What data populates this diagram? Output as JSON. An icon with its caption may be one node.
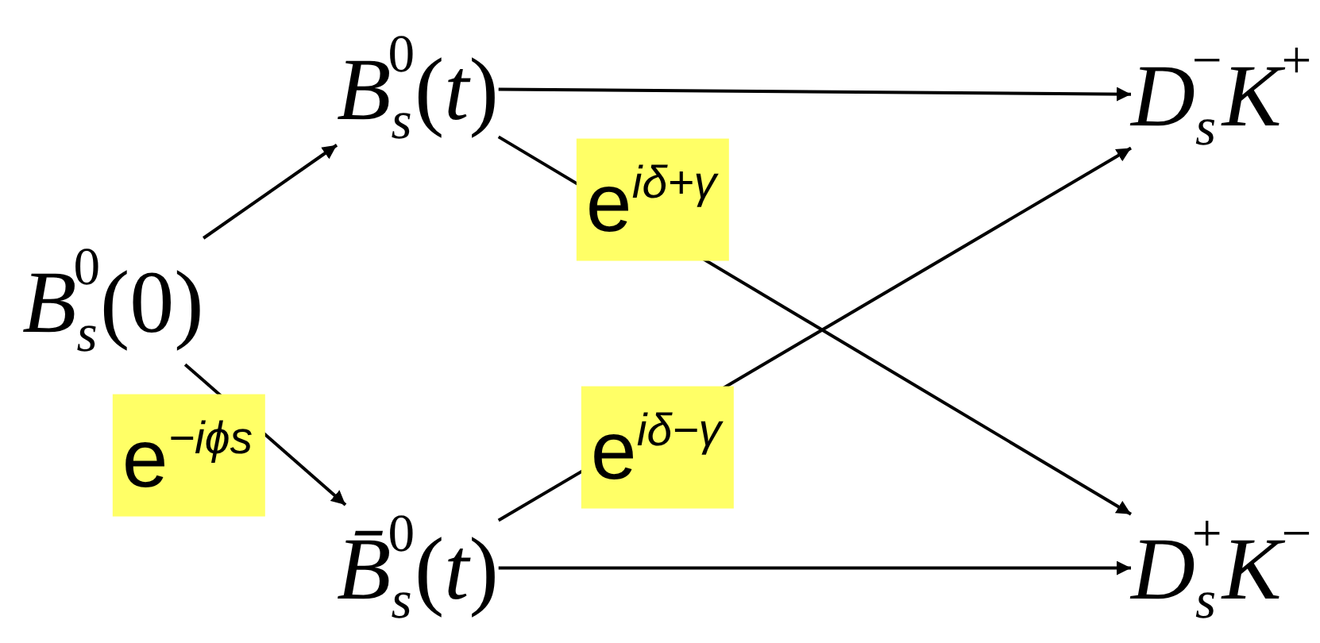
{
  "diagram": {
    "nodes": [
      {
        "text": [
          "*B*$_{s}$$^{0}$(0)"
        ]
      },
      {
        "text": [
          "*B*$_{s}$$^{0}$(*t*)"
        ]
      },
      {
        "text": [
          "*B̄*$_{s}$$^{0}$(*t*)"
        ]
      },
      {
        "text": [
          "*D*$_{s}$$^{−}$*K*$^{+}$"
        ]
      },
      {
        "text": [
          "*D*$_{s}$$^{+}$*K*$^{−}$"
        ]
      }
    ],
    "edges": [
      {
        "from": 0,
        "to": 1,
        "arrow": "to"
      },
      {
        "from": 0,
        "to": 2,
        "arrow": "to",
        "label": "e$^{−iϕs}$"
      },
      {
        "from": 1,
        "to": 3,
        "arrow": "to"
      },
      {
        "from": 1,
        "to": 4,
        "arrow": "to",
        "label": "e$^{iδ+γ}$"
      },
      {
        "from": 2,
        "to": 3,
        "arrow": "to",
        "label": "e$^{iδ−γ}$"
      },
      {
        "from": 2,
        "to": 4,
        "arrow": "to"
      }
    ]
  }
}
